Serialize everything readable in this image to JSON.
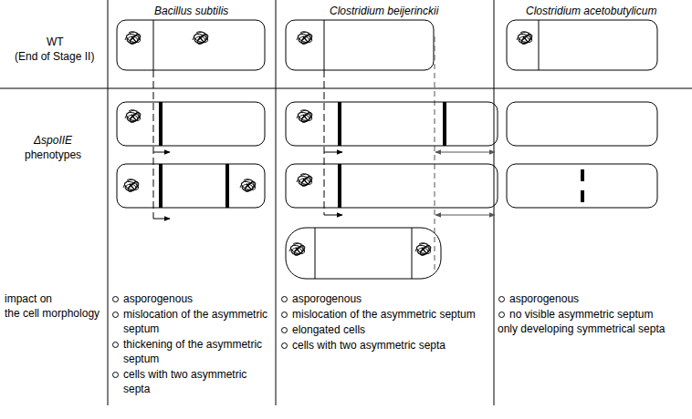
{
  "diagram": {
    "labels": [
      "Bacillus subtilis",
      "Clostridium beijerinckii",
      "Clostridium acetobutylicum",
      "WT",
      "(End of Stage II)",
      "ΔspoIIE",
      "phenotypes",
      "impact on",
      "the cell morphology",
      "asporogenous",
      "mislocation of the asymmetric septum",
      "thickening of the asymmetric septum",
      "cells with two asymmetric septa",
      "asporogenous",
      "mislocation of the asymmetric septum",
      "elongated cells",
      "cells with two asymmetric septa",
      "asporogenous",
      "no visible asymmetric septum",
      "only developing symmetrical septa"
    ]
  }
}
